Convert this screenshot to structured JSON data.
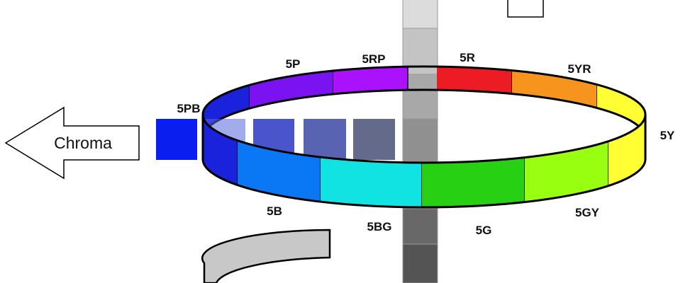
{
  "diagram": {
    "chroma_arrow": {
      "label": "Chroma"
    },
    "hue_ring": [
      {
        "label": "5R",
        "color": "#ed1c24"
      },
      {
        "label": "5YR",
        "color": "#f7941d"
      },
      {
        "label": "5Y",
        "color": "#ffff33"
      },
      {
        "label": "5GY",
        "color": "#99ff11"
      },
      {
        "label": "5G",
        "color": "#28d014"
      },
      {
        "label": "5BG",
        "color": "#11e2e2"
      },
      {
        "label": "5B",
        "color": "#0a78f5"
      },
      {
        "label": "5PB",
        "color": "#1a22dc"
      },
      {
        "label": "5P",
        "color": "#7a12f2"
      },
      {
        "label": "5RP",
        "color": "#aa11ff"
      }
    ],
    "chroma_swatches": [
      "#0a1ef0",
      "#4a55cc",
      "#5863b2",
      "#646b8a"
    ],
    "value_column": [
      "#ffffff",
      "#dcdcdc",
      "#c4c4c4",
      "#a8a8a8",
      "#909090",
      "#7b7b7b",
      "#686868",
      "#545454",
      "#3e3e3e"
    ]
  }
}
